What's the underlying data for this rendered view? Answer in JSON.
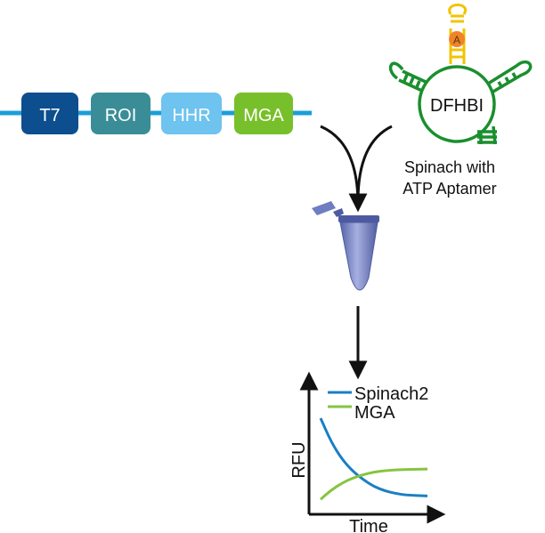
{
  "construct": {
    "labels": [
      "T7",
      "ROI",
      "HHR",
      "MGA"
    ],
    "colors": [
      "#0d4e8e",
      "#3a8d97",
      "#6ec3ef",
      "#78c02b"
    ],
    "backbone_color": "#1a9fd9"
  },
  "aptamer": {
    "dye_label": "DFHBI",
    "ligand_label": "A",
    "caption_line1": "Spinach with",
    "caption_line2": "ATP Aptamer",
    "ring_color": "#1a8f2e",
    "atp_loop_color": "#f1c400",
    "ligand_color": "#f0822a"
  },
  "tube": {
    "icon": "microcentrifuge-tube-icon",
    "color": "#6f7dc2"
  },
  "chart_data": {
    "type": "line",
    "xlabel": "Time",
    "ylabel": "RFU",
    "legend_position": "top",
    "series": [
      {
        "name": "Spinach2",
        "color": "#1a7fc4",
        "trend": "decreasing",
        "x": [
          0,
          0.1,
          0.2,
          0.3,
          0.4,
          0.5,
          0.6,
          0.7,
          0.8,
          1.0
        ],
        "y": [
          1.0,
          0.72,
          0.52,
          0.38,
          0.28,
          0.2,
          0.15,
          0.12,
          0.1,
          0.09
        ]
      },
      {
        "name": "MGA",
        "color": "#86c440",
        "trend": "increasing",
        "x": [
          0,
          0.1,
          0.2,
          0.3,
          0.4,
          0.5,
          0.6,
          0.7,
          0.8,
          1.0
        ],
        "y": [
          0.05,
          0.16,
          0.24,
          0.3,
          0.34,
          0.37,
          0.385,
          0.395,
          0.4,
          0.405
        ]
      }
    ]
  }
}
